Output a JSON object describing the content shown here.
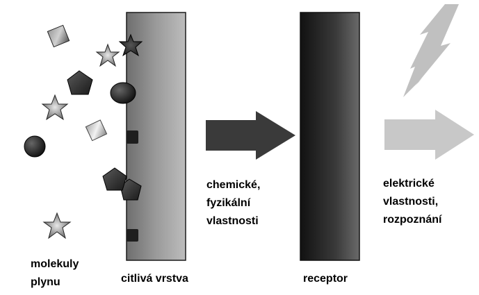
{
  "labels": {
    "gas_molecules": [
      "molekuly",
      "plynu"
    ],
    "sensitive_layer": "citlivá vrstva",
    "chemical_physical": [
      "chemické,",
      "fyzikální",
      "vlastnosti"
    ],
    "receptor": "receptor",
    "electrical": [
      "elektrické",
      "vlastnosti,",
      "rozpoznání"
    ]
  },
  "colors": {
    "dark_arrow": "#3a3a3a",
    "light_arrow": "#c8c8c8",
    "lightning": "#c0c0c0",
    "molecule_dark": "#1e1e1e"
  },
  "icons": [
    "star-molecule-icon",
    "diamond-molecule-icon",
    "pentagon-molecule-icon",
    "sphere-molecule-icon",
    "lightning-icon"
  ]
}
